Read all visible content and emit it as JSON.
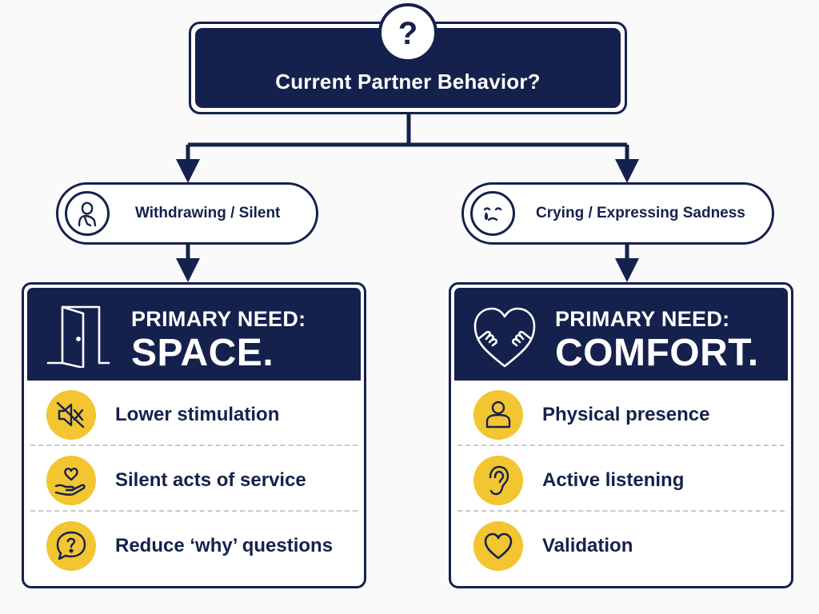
{
  "root": {
    "title": "Current Partner Behavior?",
    "icon": "question-mark-icon",
    "icon_text": "?"
  },
  "branches": [
    {
      "behavior": "Withdrawing / Silent",
      "behavior_icon": "person-icon",
      "need_label": "PRIMARY NEED:",
      "need": "SPACE.",
      "need_icon": "open-door-icon",
      "actions": [
        {
          "label": "Lower stimulation",
          "icon": "muted-speaker-icon"
        },
        {
          "label": "Silent acts of service",
          "icon": "heart-in-hand-icon"
        },
        {
          "label": "Reduce ‘why’ questions",
          "icon": "question-bubble-icon"
        }
      ]
    },
    {
      "behavior": "Crying / Expressing Sadness",
      "behavior_icon": "crying-face-icon",
      "need_label": "PRIMARY NEED:",
      "need": "COMFORT.",
      "need_icon": "hugging-heart-icon",
      "actions": [
        {
          "label": "Physical presence",
          "icon": "person-icon"
        },
        {
          "label": "Active listening",
          "icon": "ear-icon"
        },
        {
          "label": "Validation",
          "icon": "heart-icon"
        }
      ]
    }
  ],
  "colors": {
    "navy": "#15214d",
    "yellow": "#f2c531",
    "background": "#fafafa"
  }
}
